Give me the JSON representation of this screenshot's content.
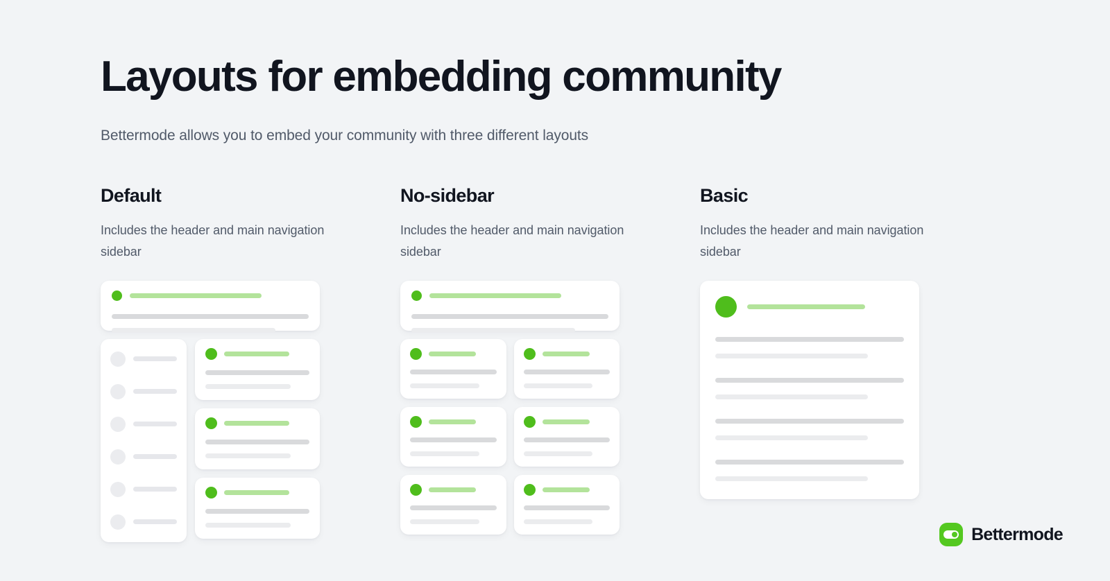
{
  "page": {
    "title": "Layouts for embedding community",
    "subtitle": "Bettermode allows you to embed your community with three different layouts",
    "background_color": "#f2f4f6",
    "accent_green": "#4fbd1c",
    "accent_green_light": "#b3e39b",
    "text_primary": "#11151f",
    "text_secondary": "#515a69"
  },
  "columns": [
    {
      "title": "Default",
      "description": "Includes the header and main navigation sidebar",
      "mockup": {
        "type": "default",
        "has_header": true,
        "has_sidebar": true,
        "sidebar_items": 6,
        "feed_cards": 3
      }
    },
    {
      "title": "No-sidebar",
      "description": "Includes the header and main navigation sidebar",
      "mockup": {
        "type": "no-sidebar",
        "has_header": true,
        "has_sidebar": false,
        "grid_columns": 2,
        "grid_cards": 6
      }
    },
    {
      "title": "Basic",
      "description": "Includes the header and main navigation sidebar",
      "mockup": {
        "type": "basic",
        "has_header": true,
        "has_sidebar": false,
        "content_groups": 4
      }
    }
  ],
  "brand": {
    "name": "Bettermode",
    "logo_icon": "bettermode-toggle-logo",
    "logo_color": "#54c820"
  }
}
